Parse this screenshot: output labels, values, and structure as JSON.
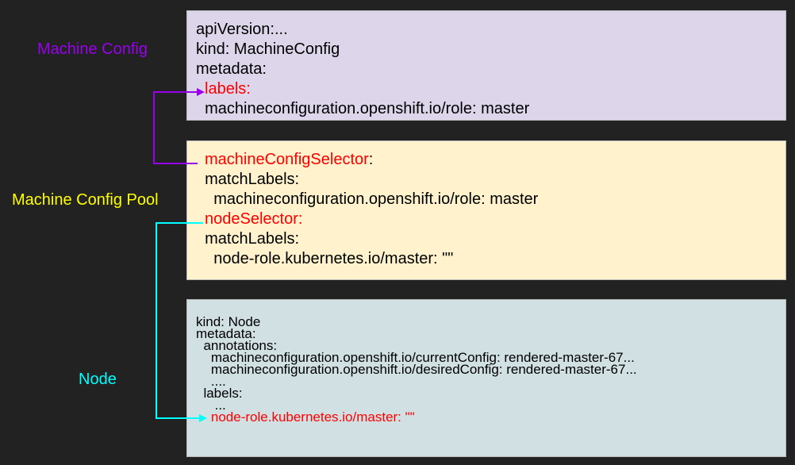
{
  "colors": {
    "background": "#222222",
    "machine_config_accent": "#9900ee",
    "pool_accent": "#ffff00",
    "node_accent": "#00ffff",
    "highlight_red": "#ff0000",
    "machine_config_fill": "#ddd5ea",
    "pool_fill": "#fff2cc",
    "node_fill": "#d0e0e3"
  },
  "labels": {
    "machine_config": "Machine Config",
    "machine_config_pool": "Machine Config Pool",
    "node": "Node"
  },
  "machine_config_box": {
    "line1": "apiVersion:...",
    "line2": "kind: MachineConfig",
    "line3": "metadata:",
    "labels_key": "labels:",
    "role_label": "  machineconfiguration.openshift.io/role: master"
  },
  "pool_box": {
    "mc_selector_key": "machineConfigSelector",
    "mc_selector_colon": ":",
    "match_labels_1": "  matchLabels:",
    "role_label": "    machineconfiguration.openshift.io/role: master",
    "node_selector_key": "nodeSelector:",
    "match_labels_2": "  matchLabels:",
    "node_role_label": "    node-role.kubernetes.io/master: \"\""
  },
  "node_box": {
    "line1": "kind: Node",
    "line2": "metadata:",
    "line3": "  annotations:",
    "line4": "    machineconfiguration.openshift.io/currentConfig: rendered-master-67...",
    "line5": "    machineconfiguration.openshift.io/desiredConfig: rendered-master-67...",
    "line6": "    ....",
    "line7": "  labels:",
    "line8": "     ...",
    "node_role_label": "    node-role.kubernetes.io/master: \"\""
  }
}
